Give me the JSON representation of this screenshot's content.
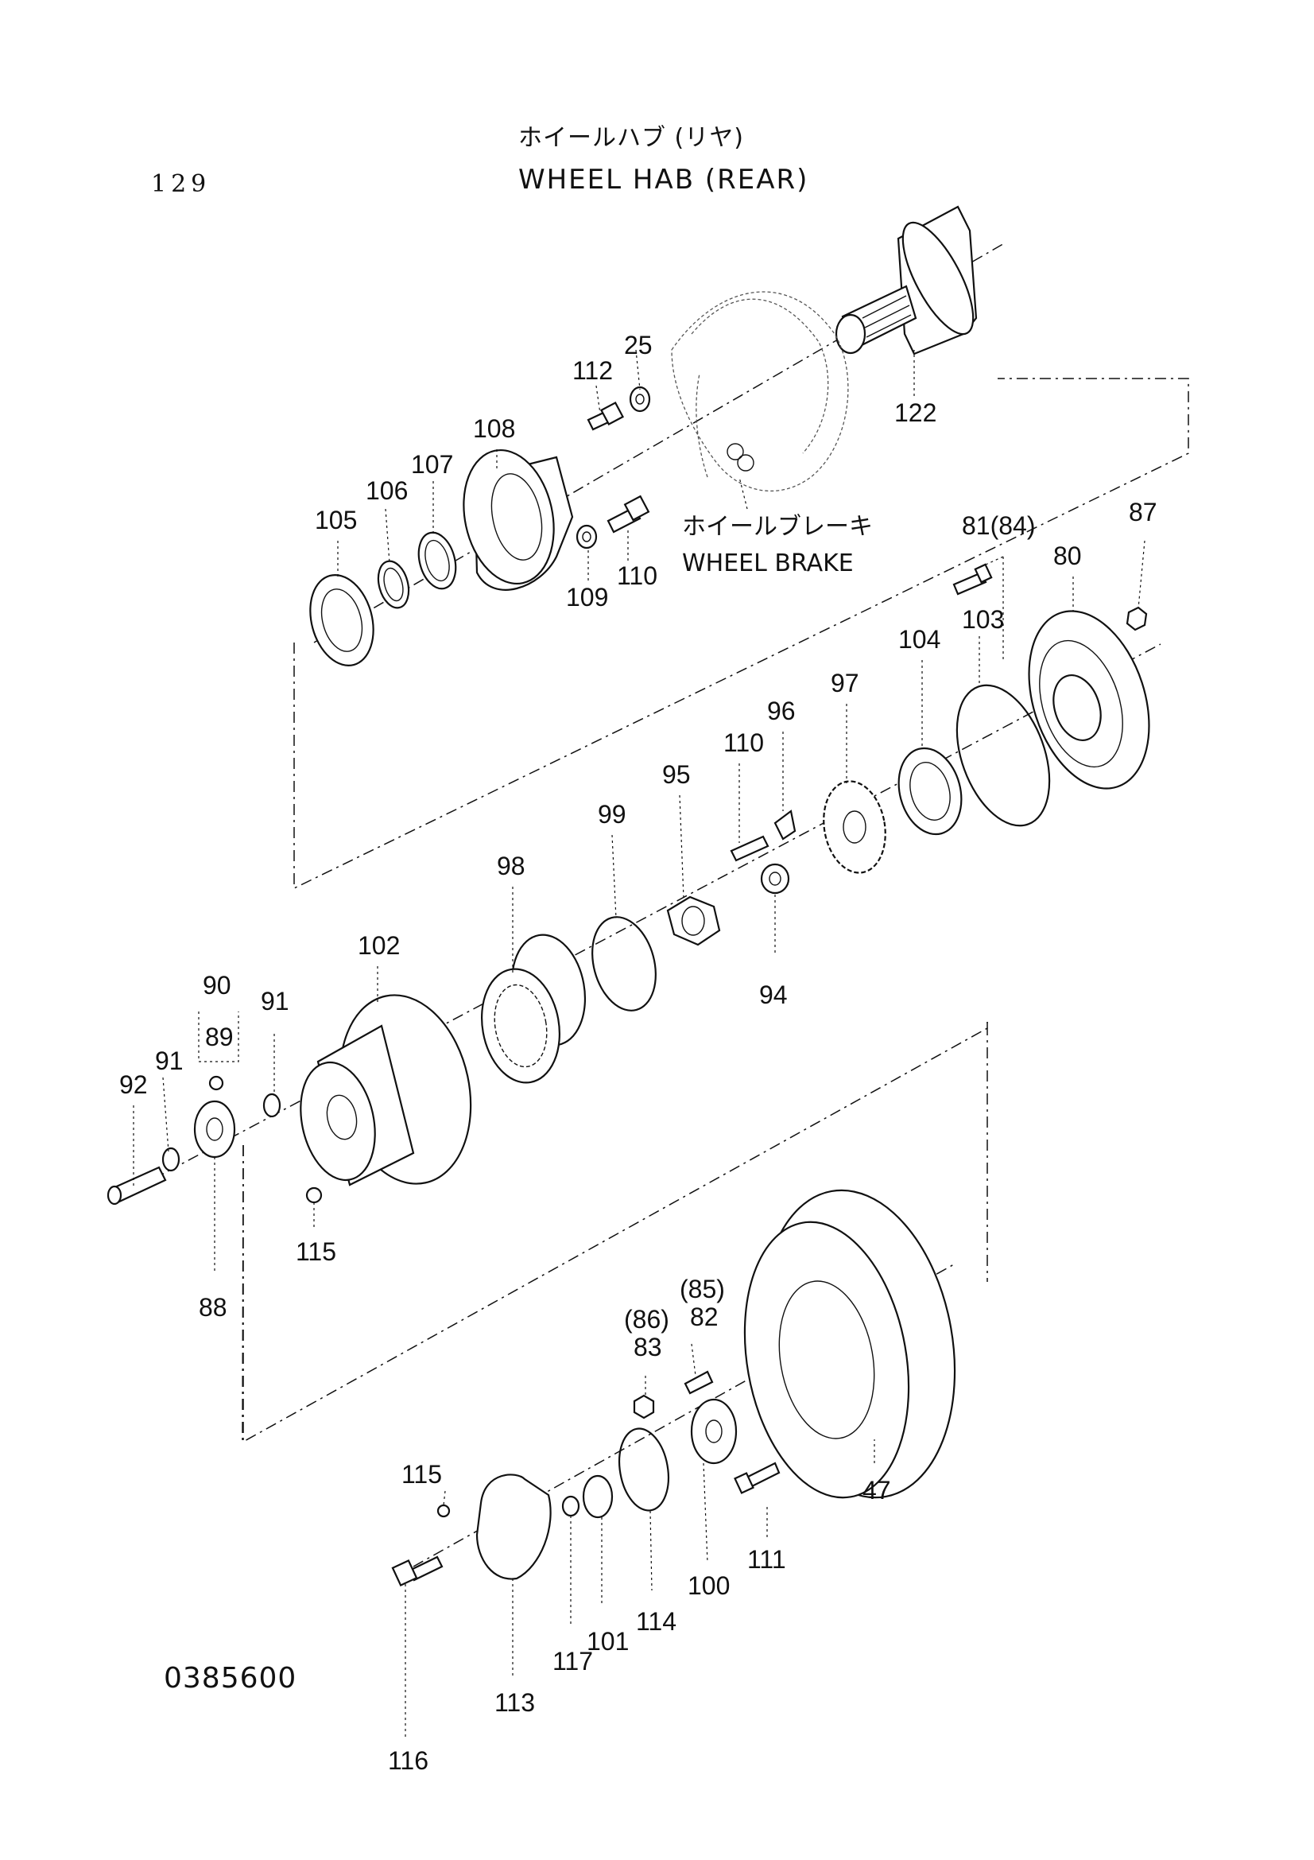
{
  "header": {
    "page_number": "129",
    "title_jp": "ホイールハブ (リヤ)",
    "title_en": "WHEEL HAB (REAR)"
  },
  "footer": {
    "drawing_number": "0385600"
  },
  "subassemblies": {
    "wheel_brake_jp": "ホイールブレーキ",
    "wheel_brake_en": "WHEEL BRAKE"
  },
  "callouts": {
    "c25": "25",
    "c112": "112",
    "c122": "122",
    "c108": "108",
    "c107": "107",
    "c106": "106",
    "c105": "105",
    "c109": "109",
    "c110a": "110",
    "c81": "81(84)",
    "c87": "87",
    "c80": "80",
    "c104": "104",
    "c103": "103",
    "c97": "97",
    "c96": "96",
    "c110b": "110",
    "c95": "95",
    "c99": "99",
    "c98": "98",
    "c94": "94",
    "c102": "102",
    "c90": "90",
    "c89": "89",
    "c91a": "91",
    "c91b": "91",
    "c92": "92",
    "c88": "88",
    "c115a": "115",
    "c85": "(85)",
    "c82": "82",
    "c86": "(86)",
    "c83": "83",
    "c47": "47",
    "c115b": "115",
    "c111": "111",
    "c100": "100",
    "c114": "114",
    "c101": "101",
    "c117": "117",
    "c113": "113",
    "c116": "116"
  }
}
